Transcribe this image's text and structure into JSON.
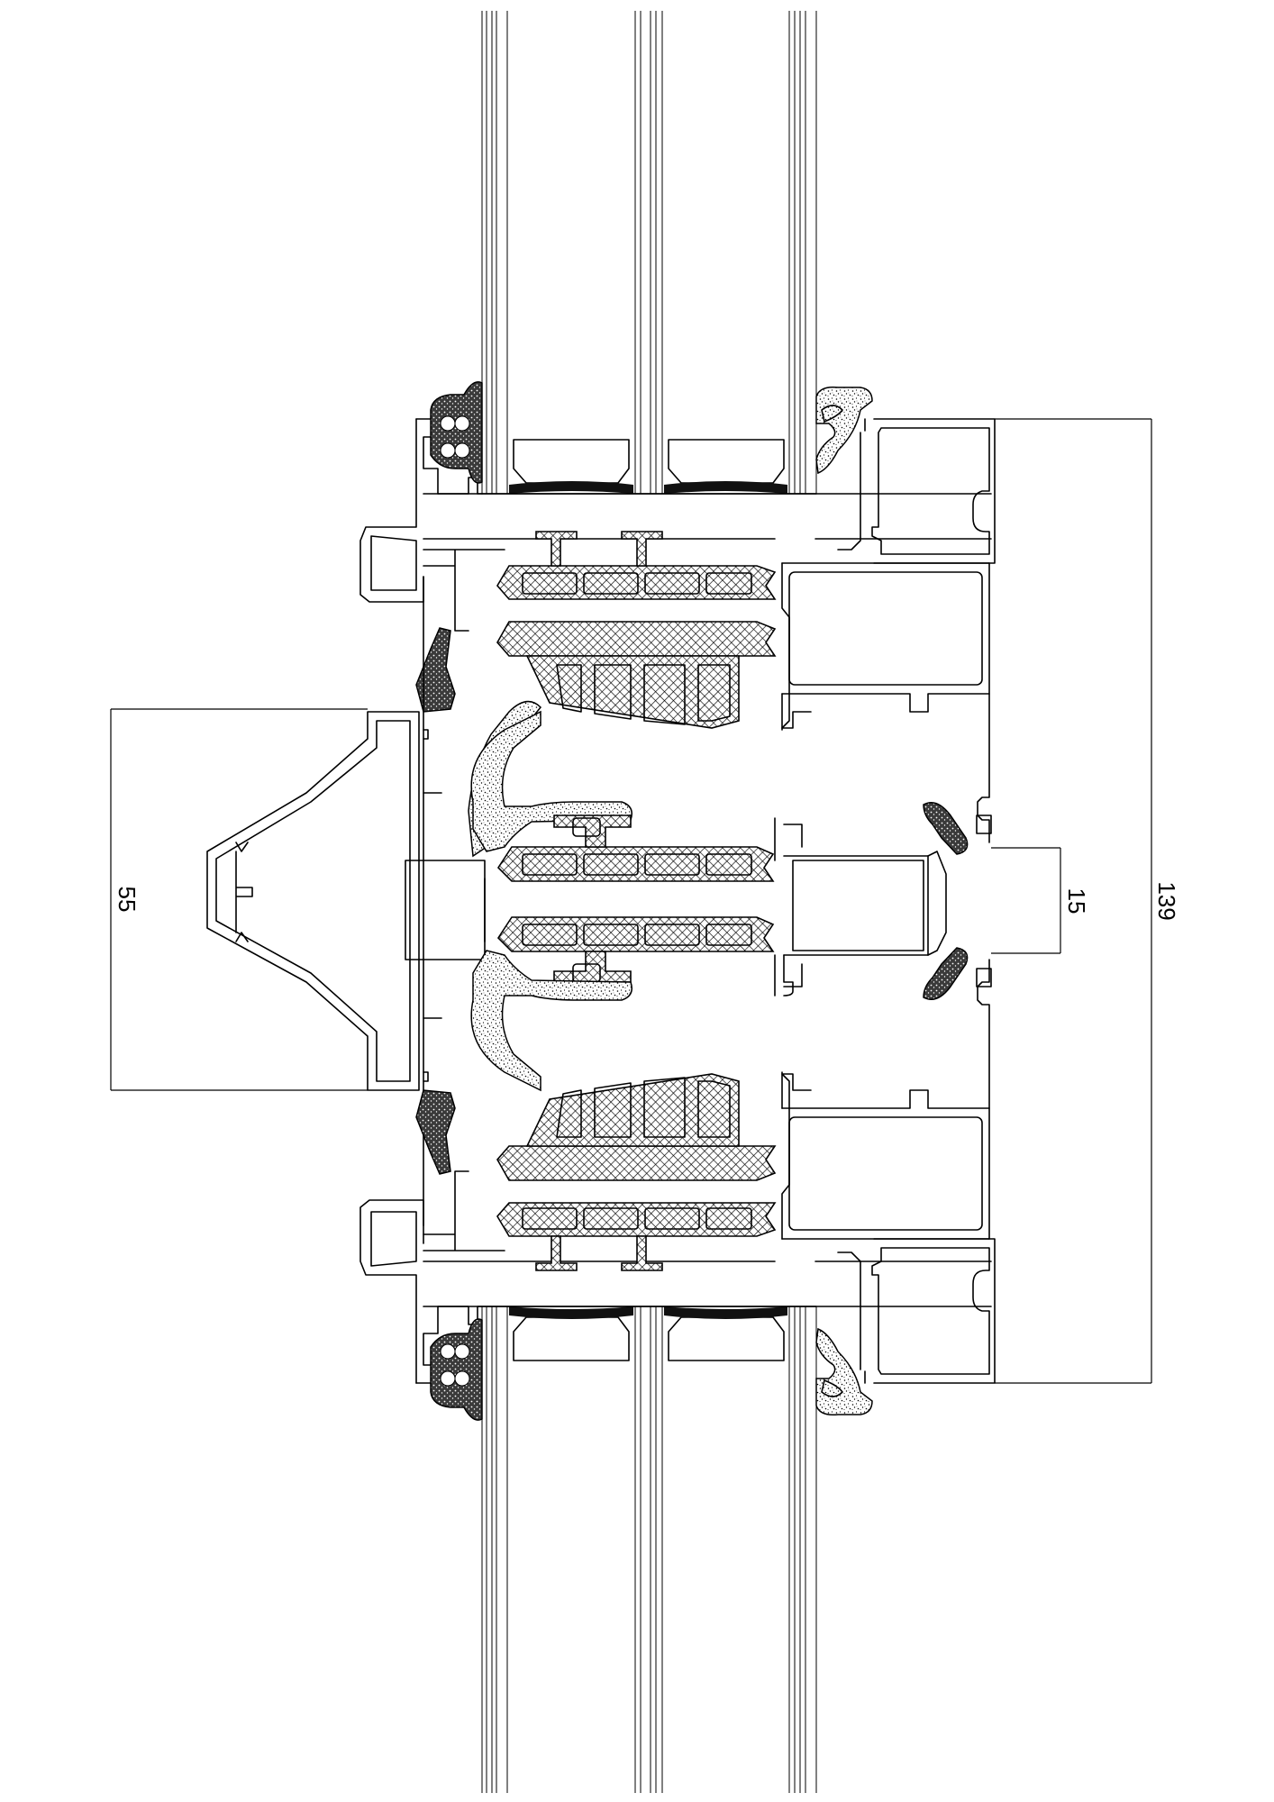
{
  "drawing": {
    "dimensions": {
      "left_depth": "55",
      "gap": "15",
      "overall": "139"
    },
    "colors": {
      "line": "#000000",
      "background": "#ffffff"
    }
  }
}
